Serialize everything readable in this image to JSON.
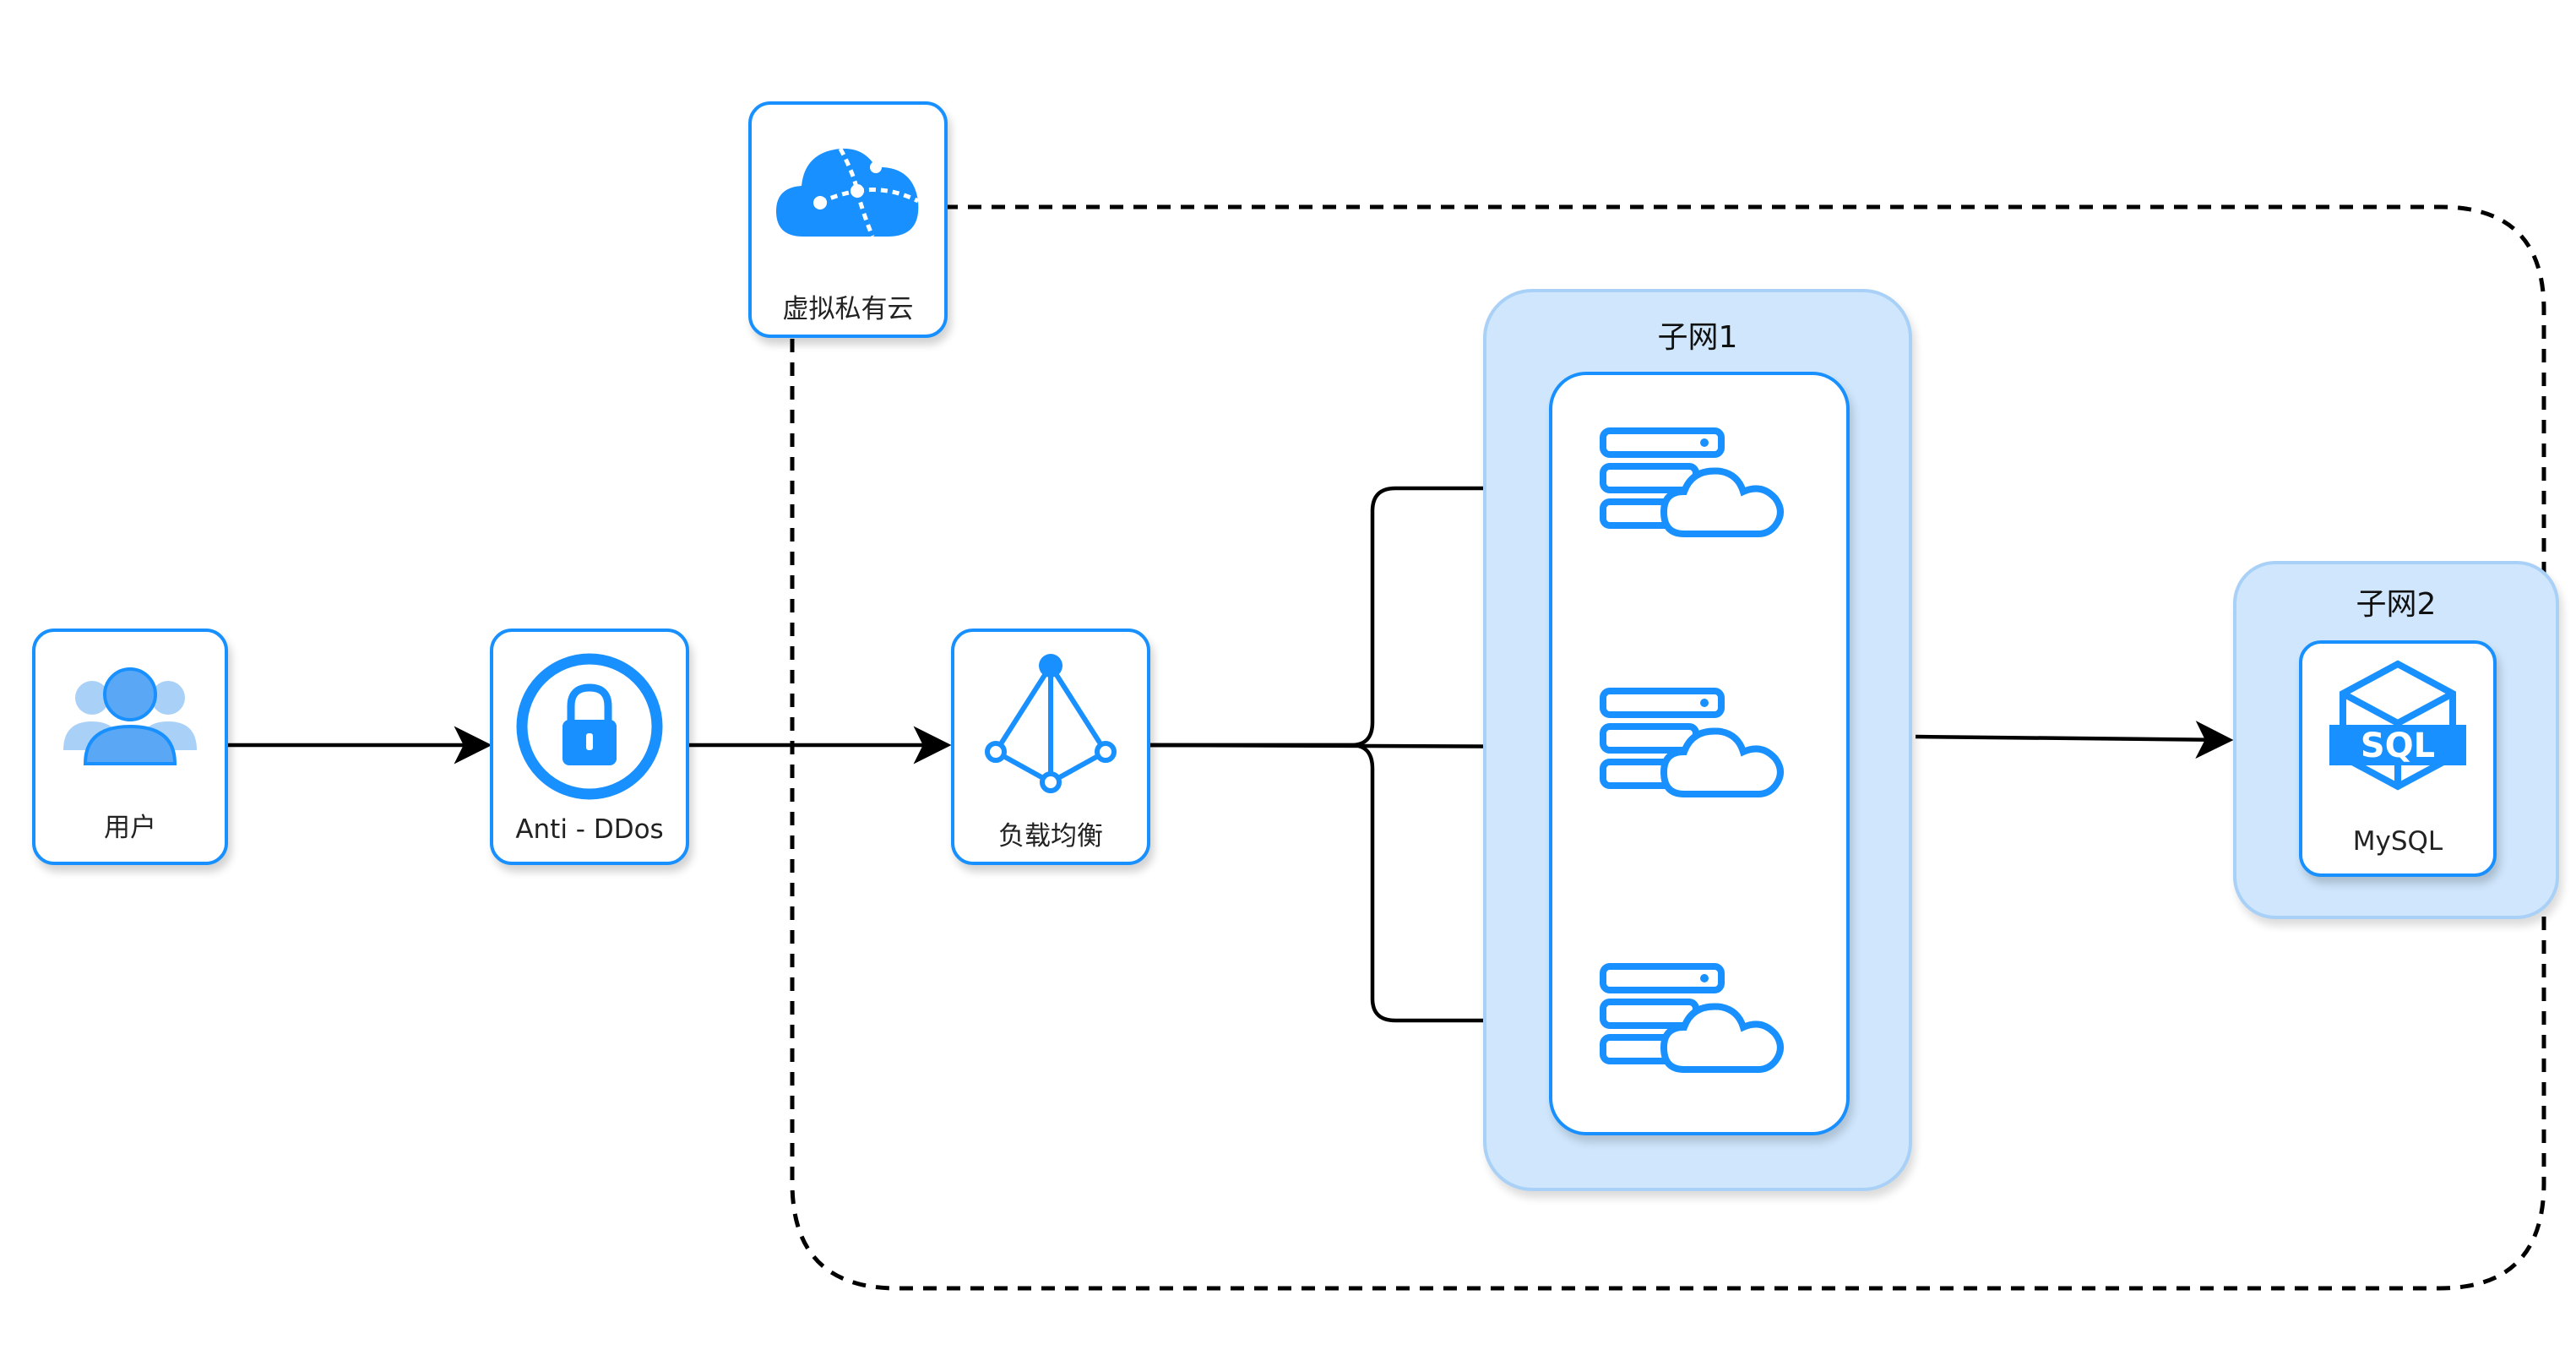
{
  "nodes": {
    "user": {
      "label": "用户",
      "icon": "users-icon"
    },
    "anti_ddos": {
      "label": "Anti - DDos",
      "icon": "lock-icon"
    },
    "load_balancer": {
      "label": "负载均衡",
      "icon": "load-balancer-icon"
    },
    "vpc": {
      "label": "虚拟私有云",
      "icon": "vpc-cloud-icon"
    },
    "mysql": {
      "label": "MySQL",
      "icon": "mysql-sql-icon"
    }
  },
  "subnets": {
    "subnet1": {
      "title": "子网1",
      "servers": [
        "cloud-server-icon",
        "cloud-server-icon",
        "cloud-server-icon"
      ]
    },
    "subnet2": {
      "title": "子网2"
    }
  },
  "colors": {
    "accent": "#1890ff",
    "subnet_fill": "#cfe6fc",
    "subnet_border": "#a9d1f7",
    "line": "#000000"
  }
}
